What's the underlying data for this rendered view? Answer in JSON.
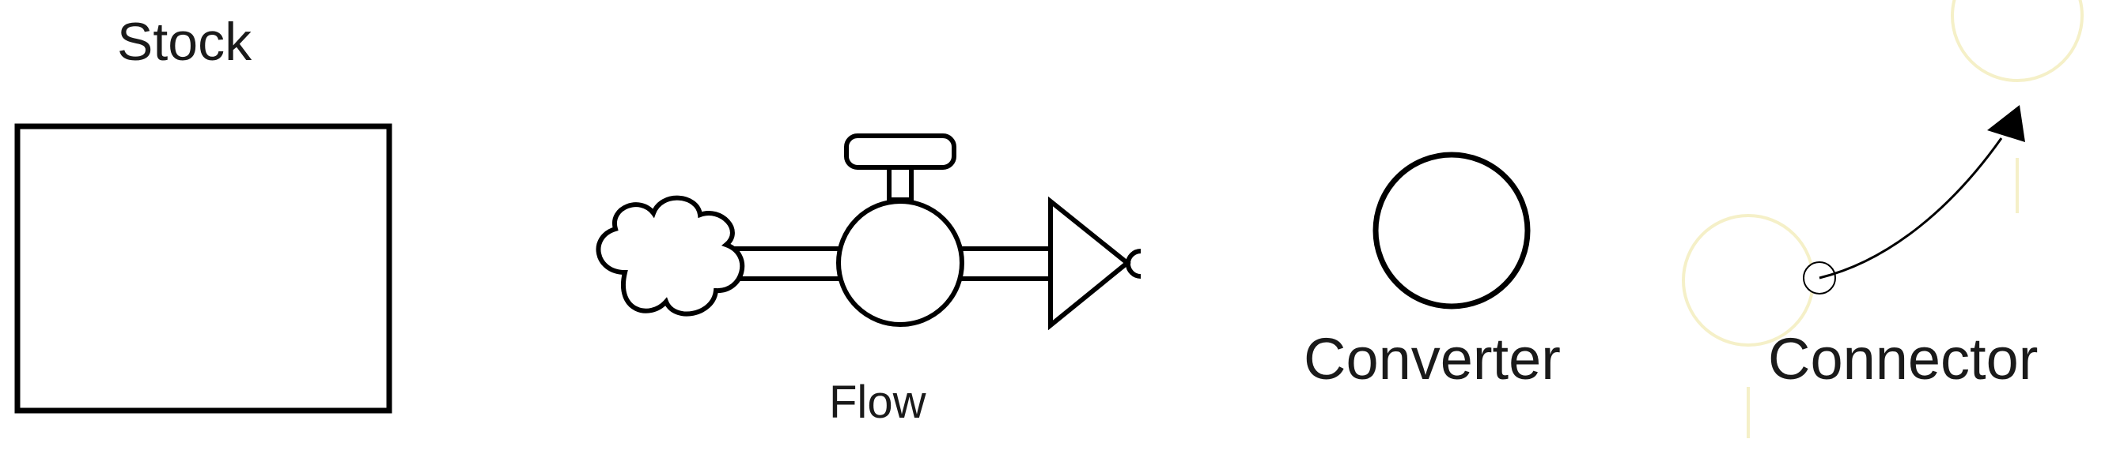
{
  "diagram": {
    "labels": {
      "stock": "Stock",
      "flow": "Flow",
      "converter": "Converter",
      "connector": "Connector"
    },
    "colors": {
      "stroke": "#000000",
      "faint_decoration": "#f5f0c8",
      "background": "#ffffff"
    }
  }
}
